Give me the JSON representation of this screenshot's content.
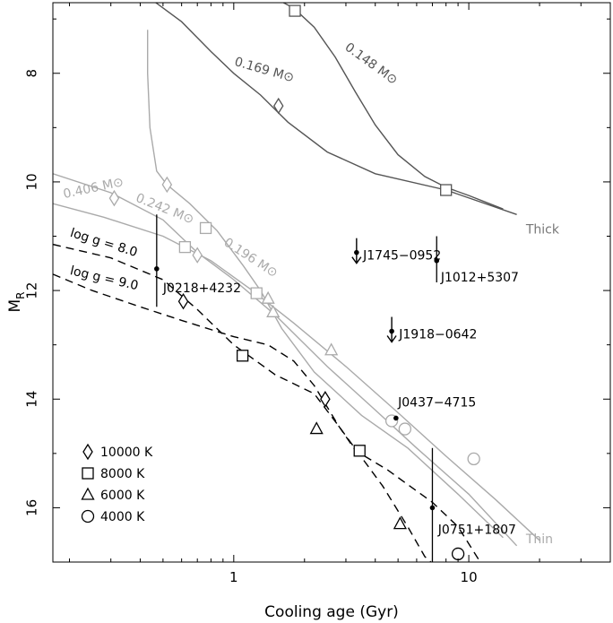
{
  "chart_data": {
    "type": "line",
    "xlabel": "Cooling age (Gyr)",
    "ylabel_main": "M",
    "ylabel_sub": "R",
    "xscale": "log",
    "xlim": [
      0.17,
      40
    ],
    "ylim": [
      17,
      6.7
    ],
    "y_ticks": [
      8,
      10,
      12,
      14,
      16
    ],
    "x_ticks": [
      1,
      10
    ],
    "series": [
      {
        "name": "0.169 M⊙",
        "group": "thick",
        "color": "#555555",
        "dash": false,
        "points": [
          [
            0.45,
            6.65
          ],
          [
            0.6,
            7.05
          ],
          [
            0.8,
            7.6
          ],
          [
            1.0,
            8.0
          ],
          [
            1.3,
            8.4
          ],
          [
            1.7,
            8.9
          ],
          [
            2.5,
            9.45
          ],
          [
            4,
            9.85
          ],
          [
            8,
            10.15
          ],
          [
            16,
            10.6
          ]
        ]
      },
      {
        "name": "0.148 M⊙",
        "group": "thick",
        "color": "#555555",
        "dash": false,
        "points": [
          [
            1.55,
            6.65
          ],
          [
            1.8,
            6.8
          ],
          [
            2.2,
            7.15
          ],
          [
            2.7,
            7.7
          ],
          [
            3.3,
            8.35
          ],
          [
            4,
            8.95
          ],
          [
            5,
            9.5
          ],
          [
            6.5,
            9.9
          ],
          [
            8,
            10.1
          ],
          [
            10,
            10.25
          ],
          [
            14,
            10.5
          ]
        ]
      },
      {
        "name": "0.406 M⊙",
        "group": "thin",
        "color": "#aaaaaa",
        "dash": false,
        "points": [
          [
            0.17,
            10.4
          ],
          [
            0.28,
            10.65
          ],
          [
            0.5,
            11.0
          ],
          [
            0.8,
            11.45
          ],
          [
            1.2,
            12.0
          ],
          [
            1.8,
            12.6
          ],
          [
            3,
            13.4
          ],
          [
            5,
            14.25
          ],
          [
            8,
            15.05
          ],
          [
            13,
            15.85
          ],
          [
            20,
            16.6
          ]
        ]
      },
      {
        "name": "0.242 M⊙",
        "group": "thin",
        "color": "#aaaaaa",
        "dash": false,
        "points": [
          [
            0.17,
            9.85
          ],
          [
            0.3,
            10.2
          ],
          [
            0.5,
            10.7
          ],
          [
            0.7,
            11.3
          ],
          [
            1.0,
            11.8
          ],
          [
            1.5,
            12.45
          ],
          [
            2.5,
            13.4
          ],
          [
            4,
            14.2
          ],
          [
            6,
            14.9
          ],
          [
            10,
            15.75
          ],
          [
            16,
            16.7
          ]
        ]
      },
      {
        "name": "0.196 M⊙",
        "group": "thin",
        "color": "#aaaaaa",
        "dash": false,
        "points": [
          [
            0.43,
            7.2
          ],
          [
            0.43,
            8.0
          ],
          [
            0.44,
            9.0
          ],
          [
            0.47,
            9.8
          ],
          [
            0.52,
            10.05
          ],
          [
            0.65,
            10.4
          ],
          [
            0.85,
            10.9
          ],
          [
            1.1,
            11.55
          ],
          [
            1.3,
            12.0
          ],
          [
            1.6,
            12.7
          ],
          [
            2.2,
            13.5
          ],
          [
            3.5,
            14.3
          ],
          [
            5.5,
            14.9
          ],
          [
            9,
            15.75
          ],
          [
            14,
            16.55
          ]
        ]
      },
      {
        "name": "log g = 8.0",
        "group": "dashed",
        "color": "#000000",
        "dash": true,
        "points": [
          [
            0.17,
            11.15
          ],
          [
            0.3,
            11.4
          ],
          [
            0.5,
            11.8
          ],
          [
            0.7,
            12.35
          ],
          [
            1.0,
            13.0
          ],
          [
            1.5,
            13.55
          ],
          [
            2.2,
            13.9
          ],
          [
            2.8,
            14.5
          ],
          [
            3.4,
            15.0
          ],
          [
            4.3,
            15.6
          ],
          [
            5.5,
            16.35
          ],
          [
            6.5,
            16.9
          ],
          [
            6.9,
            17.0
          ]
        ]
      },
      {
        "name": "log g = 9.0",
        "group": "dashed",
        "color": "#000000",
        "dash": true,
        "points": [
          [
            0.17,
            11.7
          ],
          [
            0.25,
            12.0
          ],
          [
            0.4,
            12.3
          ],
          [
            0.6,
            12.55
          ],
          [
            1.0,
            12.85
          ],
          [
            1.4,
            13.0
          ],
          [
            1.8,
            13.3
          ],
          [
            2.2,
            13.75
          ],
          [
            2.8,
            14.5
          ],
          [
            3.3,
            14.95
          ],
          [
            4.5,
            15.3
          ],
          [
            7,
            15.9
          ],
          [
            9,
            16.35
          ],
          [
            11,
            16.95
          ]
        ]
      }
    ],
    "markers": [
      {
        "shape": "square",
        "x": 1.82,
        "y": 6.85,
        "color": "#555555"
      },
      {
        "shape": "diamond",
        "x": 1.55,
        "y": 8.6,
        "color": "#555555"
      },
      {
        "shape": "square",
        "x": 8.0,
        "y": 10.15,
        "color": "#555555"
      },
      {
        "shape": "diamond",
        "x": 0.31,
        "y": 10.3,
        "color": "#aaaaaa"
      },
      {
        "shape": "diamond",
        "x": 0.52,
        "y": 10.05,
        "color": "#aaaaaa"
      },
      {
        "shape": "square",
        "x": 0.62,
        "y": 11.2,
        "color": "#aaaaaa"
      },
      {
        "shape": "square",
        "x": 0.76,
        "y": 10.85,
        "color": "#aaaaaa"
      },
      {
        "shape": "diamond",
        "x": 0.7,
        "y": 11.35,
        "color": "#aaaaaa"
      },
      {
        "shape": "square",
        "x": 1.25,
        "y": 12.05,
        "color": "#aaaaaa"
      },
      {
        "shape": "triangle",
        "x": 1.4,
        "y": 12.15,
        "color": "#aaaaaa"
      },
      {
        "shape": "triangle",
        "x": 1.47,
        "y": 12.4,
        "color": "#aaaaaa"
      },
      {
        "shape": "triangle",
        "x": 2.6,
        "y": 13.1,
        "color": "#aaaaaa"
      },
      {
        "shape": "circle",
        "x": 4.7,
        "y": 14.4,
        "color": "#aaaaaa"
      },
      {
        "shape": "circle",
        "x": 5.35,
        "y": 14.55,
        "color": "#aaaaaa"
      },
      {
        "shape": "circle",
        "x": 10.5,
        "y": 15.1,
        "color": "#aaaaaa"
      },
      {
        "shape": "diamond",
        "x": 0.61,
        "y": 12.2,
        "color": "#000000"
      },
      {
        "shape": "square",
        "x": 1.09,
        "y": 13.2,
        "color": "#000000"
      },
      {
        "shape": "diamond",
        "x": 2.45,
        "y": 14.0,
        "color": "#000000"
      },
      {
        "shape": "triangle",
        "x": 2.25,
        "y": 14.55,
        "color": "#000000"
      },
      {
        "shape": "square",
        "x": 3.43,
        "y": 14.95,
        "color": "#000000"
      },
      {
        "shape": "triangle",
        "x": 5.1,
        "y": 16.3,
        "color": "#000000"
      },
      {
        "shape": "circle",
        "x": 9.0,
        "y": 16.85,
        "color": "#000000"
      }
    ],
    "curve_labels": [
      {
        "text": "0.169 M⊙",
        "x": 1.0,
        "y": 7.85,
        "angle": 16,
        "color": "#555555"
      },
      {
        "text": "0.148 M⊙",
        "x": 2.95,
        "y": 7.55,
        "angle": 36,
        "color": "#555555"
      },
      {
        "text": "0.406 M⊙",
        "x": 0.19,
        "y": 10.3,
        "angle": -12,
        "color": "#aaaaaa"
      },
      {
        "text": "0.242 M⊙",
        "x": 0.38,
        "y": 10.35,
        "angle": 22,
        "color": "#aaaaaa"
      },
      {
        "text": "0.196 M⊙",
        "x": 0.9,
        "y": 11.15,
        "angle": 33,
        "color": "#aaaaaa"
      },
      {
        "text": "log g = 8.0",
        "x": 0.2,
        "y": 11.0,
        "angle": 17,
        "color": "#000000"
      },
      {
        "text": "log g = 9.0",
        "x": 0.2,
        "y": 11.7,
        "angle": 13,
        "color": "#000000"
      },
      {
        "text": "Thick",
        "x": 17.5,
        "y": 10.95,
        "angle": 0,
        "color": "#777777"
      },
      {
        "text": "Thin",
        "x": 17.5,
        "y": 16.65,
        "angle": 0,
        "color": "#aaaaaa"
      }
    ],
    "pulsars": [
      {
        "name": "J1745−0952",
        "x": 3.33,
        "y": 11.3,
        "upper_limit": true,
        "err": null,
        "lx": 3.55,
        "ly": 11.35
      },
      {
        "name": "J1012+5307",
        "x": 7.3,
        "y": 11.45,
        "upper_limit": false,
        "err": [
          11.0,
          11.85
        ],
        "lx": 7.6,
        "ly": 11.75
      },
      {
        "name": "J0218+4232",
        "x": 0.47,
        "y": 11.6,
        "upper_limit": false,
        "err": [
          10.6,
          12.3
        ],
        "lx": 0.5,
        "ly": 11.95
      },
      {
        "name": "J1918−0642",
        "x": 4.7,
        "y": 12.75,
        "upper_limit": true,
        "err": null,
        "lx": 5.05,
        "ly": 12.8
      },
      {
        "name": "J0437−4715",
        "x": 4.9,
        "y": 14.35,
        "upper_limit": false,
        "err": null,
        "lx": 5.0,
        "ly": 14.05
      },
      {
        "name": "J0751+1807",
        "x": 7.0,
        "y": 16.0,
        "upper_limit": false,
        "err": [
          14.9,
          17.0
        ],
        "lx": 7.4,
        "ly": 16.4
      }
    ],
    "legend": [
      {
        "shape": "diamond",
        "label": "10000 K"
      },
      {
        "shape": "square",
        "label": "8000 K"
      },
      {
        "shape": "triangle",
        "label": "6000 K"
      },
      {
        "shape": "circle",
        "label": "4000 K"
      }
    ]
  }
}
